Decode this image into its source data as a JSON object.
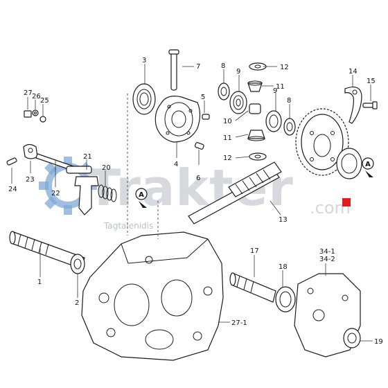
{
  "callouts": {
    "c1": "1",
    "c2": "2",
    "c3": "3",
    "c4": "4",
    "c5": "5",
    "c6": "6",
    "c7": "7",
    "c8a": "8",
    "c8b": "8",
    "c9a": "9",
    "c9b": "9",
    "c10": "10",
    "c11a": "11",
    "c11b": "11",
    "c12a": "12",
    "c12b": "12",
    "c13": "13",
    "c14": "14",
    "c15": "15",
    "c17": "17",
    "c18": "18",
    "c19": "19",
    "c20": "20",
    "c21": "21",
    "c22": "22",
    "c23": "23",
    "c24": "24",
    "c25": "25",
    "c26": "26",
    "c27": "27",
    "c27_1": "27-1",
    "c34_1": "34-1",
    "c34_2": "34-2",
    "markerA1": "A",
    "markerA2": "A"
  },
  "watermark": {
    "brand": "Trakter",
    "domain": ".com",
    "tagline": "Tagtalenidis"
  },
  "colors": {
    "line": "#1a1a1a",
    "watermark": "#c9cdd2",
    "gear_icon": "#7fa9d6",
    "marker": "#e01b1b"
  }
}
